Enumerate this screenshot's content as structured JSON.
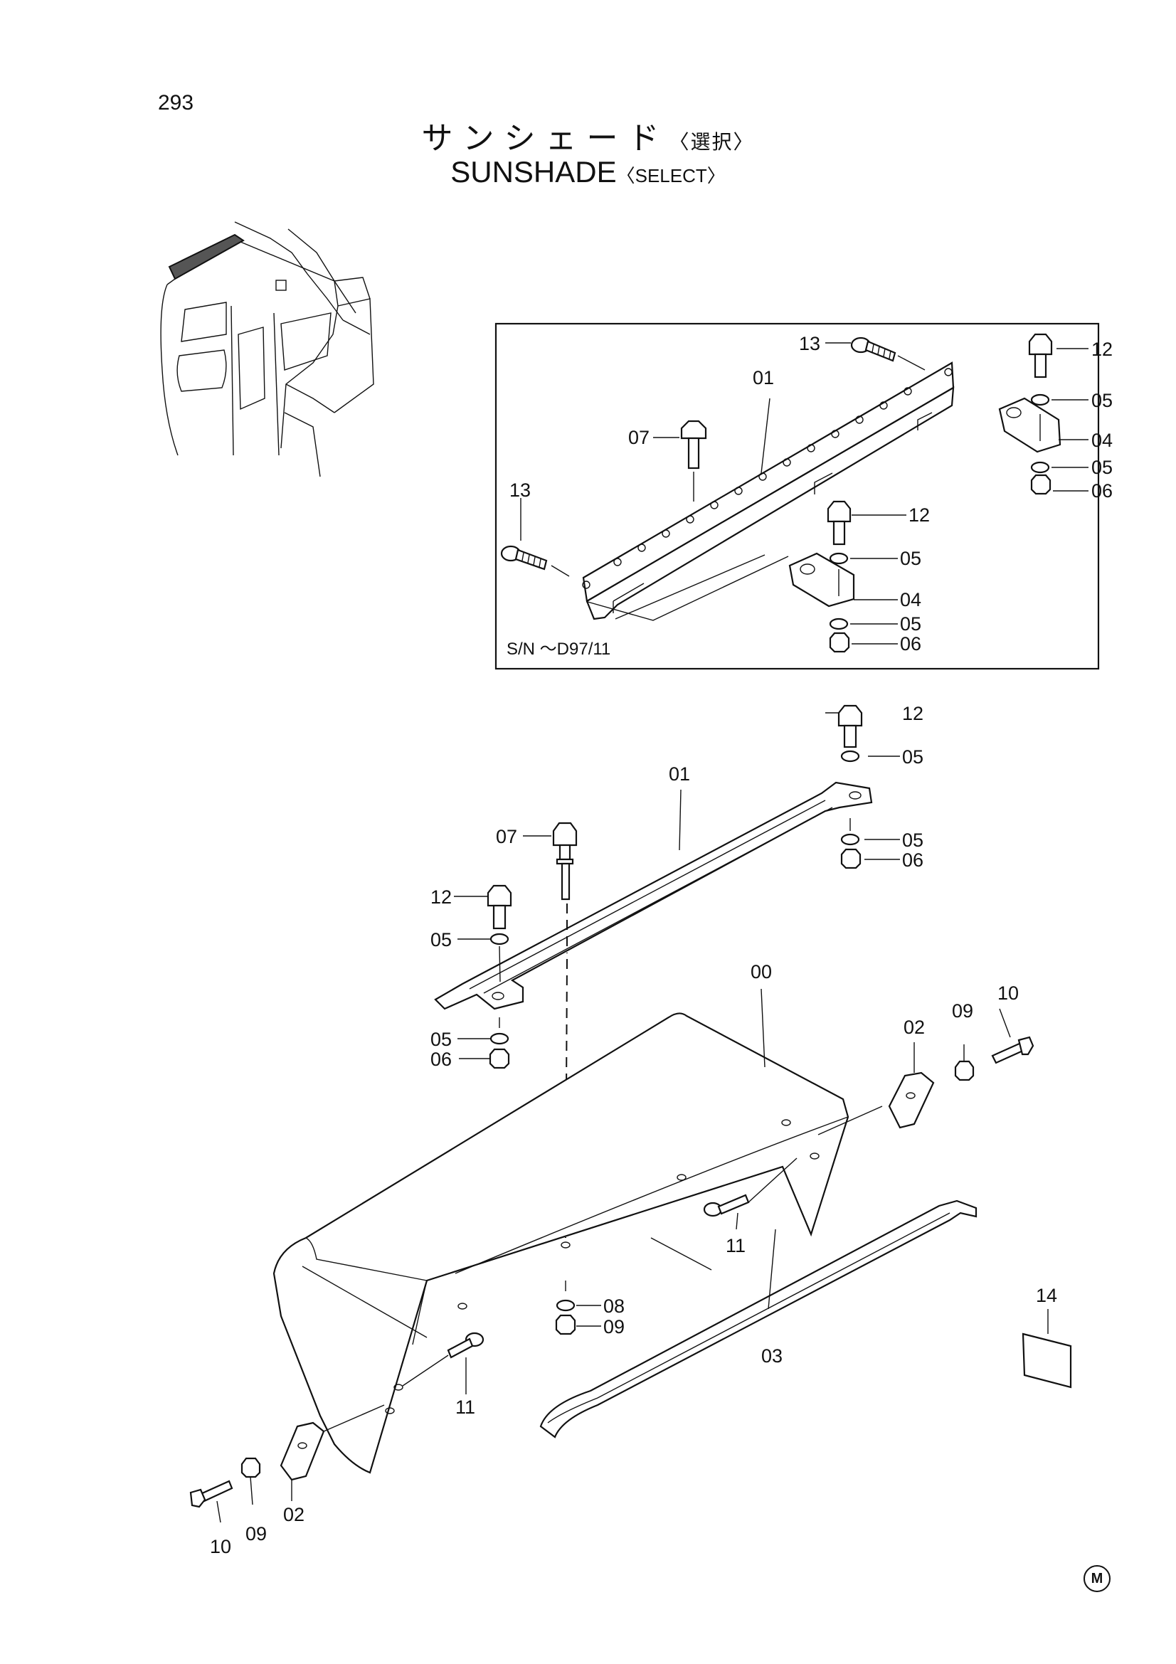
{
  "page": {
    "number": "293"
  },
  "title": {
    "jp": "サンシェード",
    "jp_select": "〈選択〉",
    "en": "SUNSHADE",
    "en_select": "〈SELECT〉"
  },
  "inset": {
    "serial_note": "S/N ～D97/11"
  },
  "labels": {
    "p00": "00",
    "p01": "01",
    "p02": "02",
    "p03": "03",
    "p04": "04",
    "p05": "05",
    "p06": "06",
    "p07": "07",
    "p08": "08",
    "p09": "09",
    "p10": "10",
    "p11": "11",
    "p12": "12",
    "p13": "13",
    "p14": "14"
  },
  "footer": {
    "mark": "M"
  }
}
